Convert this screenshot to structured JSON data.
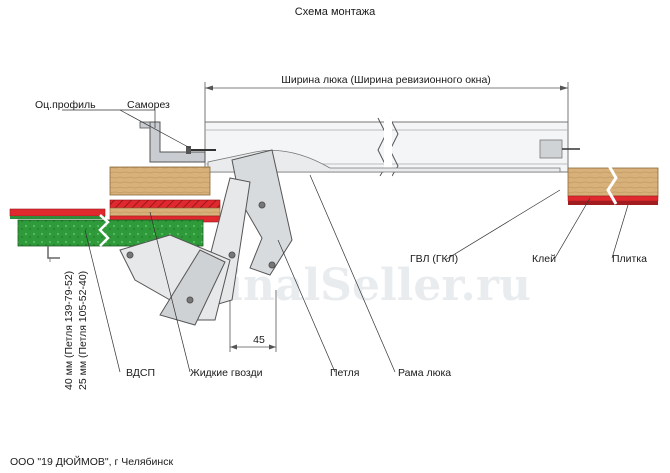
{
  "title": "Схема монтажа",
  "dimension_width_label": "Ширина люка (Ширина ревизионного окна)",
  "dimension_45_label": "45",
  "labels": {
    "profile": "Оц.профиль",
    "screw": "Саморез",
    "gvl": "ГВЛ (ГКЛ)",
    "glue": "Клей",
    "tile": "Плитка",
    "vdsp": "ВДСП",
    "liquid_nails": "Жидкие гвозди",
    "hinge": "Петля",
    "hatch_frame": "Рама люка"
  },
  "vertical_notes": {
    "note_40mm": "40 мм (Петля 139-79-52)",
    "note_25mm": "25 мм (Петля 105-52-40)"
  },
  "watermark": "FinalSeller.ru",
  "footer": "ООО \"19 ДЮЙМОВ\", г Челябинск",
  "colors": {
    "wood": "#d7b07a",
    "wood_dark": "#b68a4f",
    "green_board": "#2f9a3a",
    "red_tile": "#e0292e",
    "metal": "#9aa0a6"
  }
}
